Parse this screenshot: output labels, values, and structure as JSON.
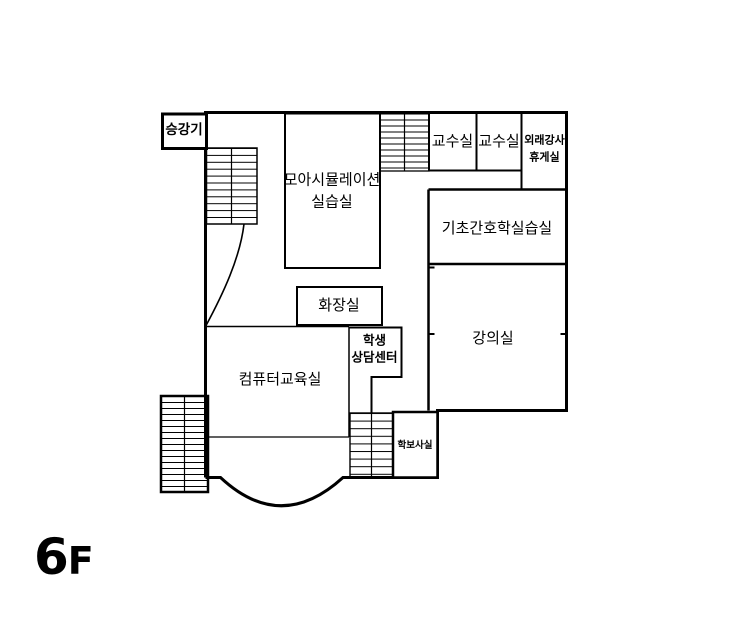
{
  "floor_label": {
    "number": "6",
    "suffix": "F"
  },
  "rooms": {
    "elevator": "승강기",
    "moa_line1": "모아시뮬레이션",
    "moa_line2": "실습실",
    "professor1": "교수실",
    "professor2": "교수실",
    "visiting_line1": "외래강사",
    "visiting_line2": "휴게실",
    "basic_nursing": "기초간호학실습실",
    "restroom": "화장실",
    "counseling_line1": "학생",
    "counseling_line2": "상담센터",
    "lecture": "강의실",
    "computer": "컴퓨터교육실",
    "newspaper": "학보사실"
  },
  "colors": {
    "line": "#000000",
    "background": "#ffffff"
  }
}
